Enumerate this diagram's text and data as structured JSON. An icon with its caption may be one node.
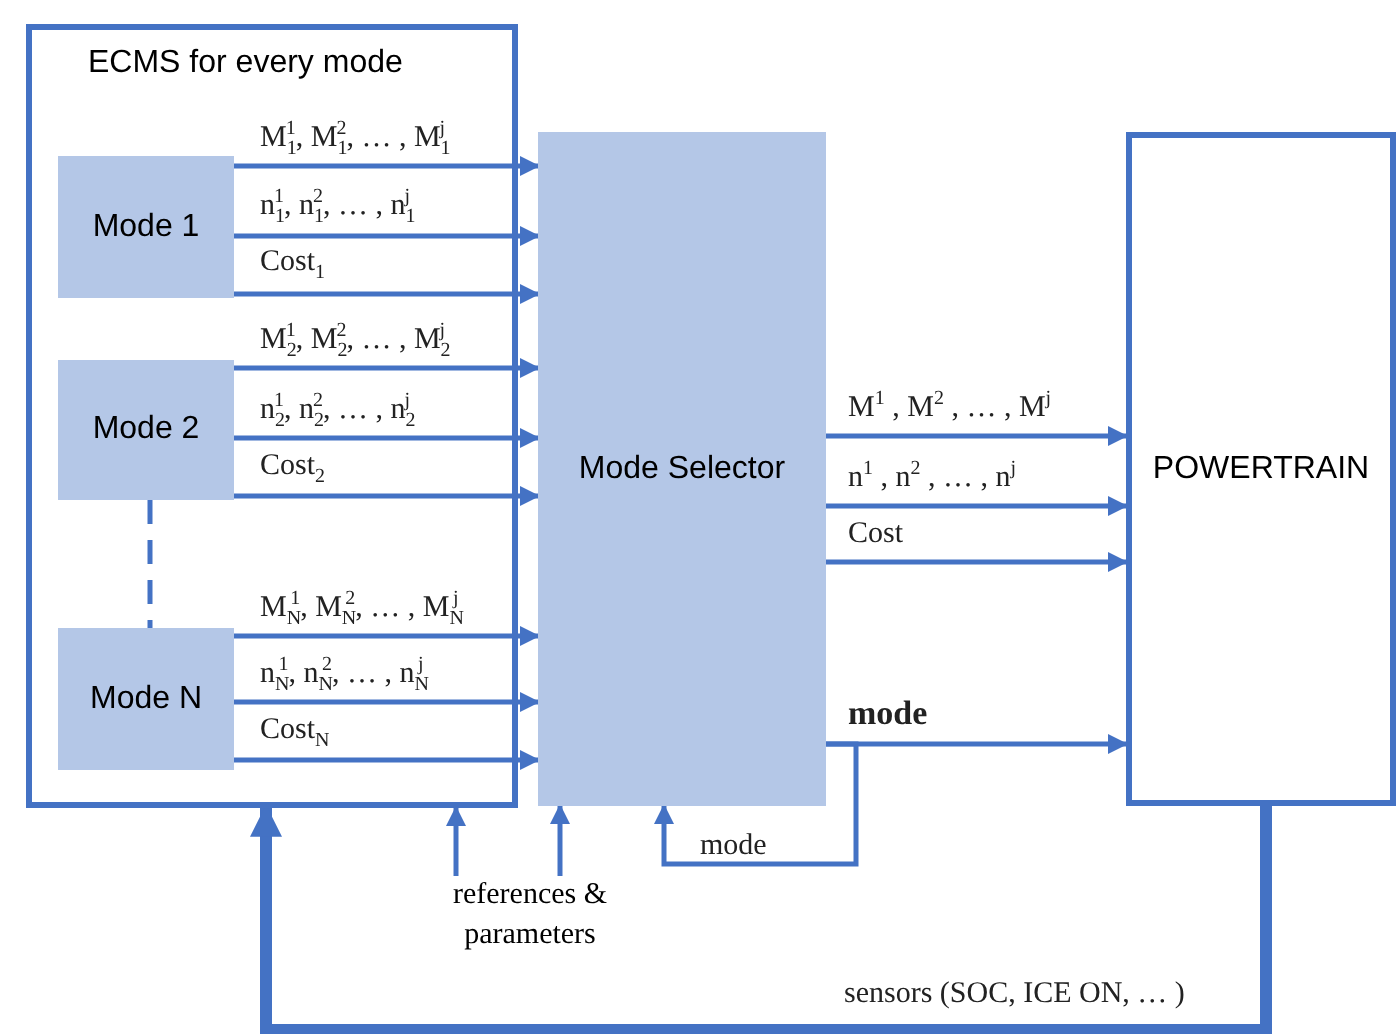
{
  "diagram": {
    "nodes": [
      {
        "text": [
          "ECMS for every mode"
        ]
      },
      {
        "text": [
          "Mode 1"
        ],
        "in": 0
      },
      {
        "text": [
          "Mode 2"
        ],
        "in": 0
      },
      {
        "text": [
          "Mode N"
        ],
        "in": 0
      },
      {
        "text": [
          "Mode Selector"
        ]
      },
      {
        "text": [
          "POWERTRAIN"
        ]
      },
      {
        "text": [
          "references & parameters"
        ]
      }
    ],
    "edges": [
      {
        "from": 1,
        "to": 4,
        "arrow": "to",
        "label": "M$_{1}$$^{1}$, M$_{1}$$^{2}$, … , M$_{1}$$^{j}$"
      },
      {
        "from": 1,
        "to": 4,
        "arrow": "to",
        "label": "n$_{1}$$^{1}$, n$_{1}$$^{2}$, … , n$_{1}$$^{j}$"
      },
      {
        "from": 1,
        "to": 4,
        "arrow": "to",
        "label": "Cost$_{1}$"
      },
      {
        "from": 2,
        "to": 4,
        "arrow": "to",
        "label": "M$_{2}$$^{1}$, M$_{2}$$^{2}$, … , M$_{2}$$^{j}$"
      },
      {
        "from": 2,
        "to": 4,
        "arrow": "to",
        "label": "n$_{2}$$^{1}$, n$_{2}$$^{2}$, … , n$_{2}$$^{j}$"
      },
      {
        "from": 2,
        "to": 4,
        "arrow": "to",
        "label": "Cost$_{2}$"
      },
      {
        "from": 3,
        "to": 4,
        "arrow": "to",
        "label": "M$_{N}$$^{1}$, M$_{N}$$^{2}$, … , M$_{N}$$^{j}$"
      },
      {
        "from": 3,
        "to": 4,
        "arrow": "to",
        "label": "n$_{N}$$^{1}$, n$_{N}$$^{2}$, … , n$_{N}$$^{j}$"
      },
      {
        "from": 3,
        "to": 4,
        "arrow": "to",
        "label": "Cost$_{N}$"
      },
      {
        "from": 2,
        "to": 3,
        "arrow": "none",
        "style": "dashed"
      },
      {
        "from": 4,
        "to": 5,
        "arrow": "to",
        "label": "M$^{1}$ , M$^{2}$ , … , M$^{j}$"
      },
      {
        "from": 4,
        "to": 5,
        "arrow": "to",
        "label": "n$^{1}$ , n$^{2}$ , … , n$^{j}$"
      },
      {
        "from": 4,
        "to": 5,
        "arrow": "to",
        "label": "Cost"
      },
      {
        "from": 4,
        "to": 5,
        "arrow": "to",
        "label": "mode"
      },
      {
        "from": 4,
        "to": 4,
        "arrow": "to",
        "label": "mode"
      },
      {
        "from": 5,
        "to": 0,
        "arrow": "to",
        "label": "sensors (SOC, ICE ON, … )",
        "style": "thick"
      },
      {
        "from": 6,
        "to": 0,
        "arrow": "to"
      },
      {
        "from": 6,
        "to": 4,
        "arrow": "to"
      }
    ]
  }
}
